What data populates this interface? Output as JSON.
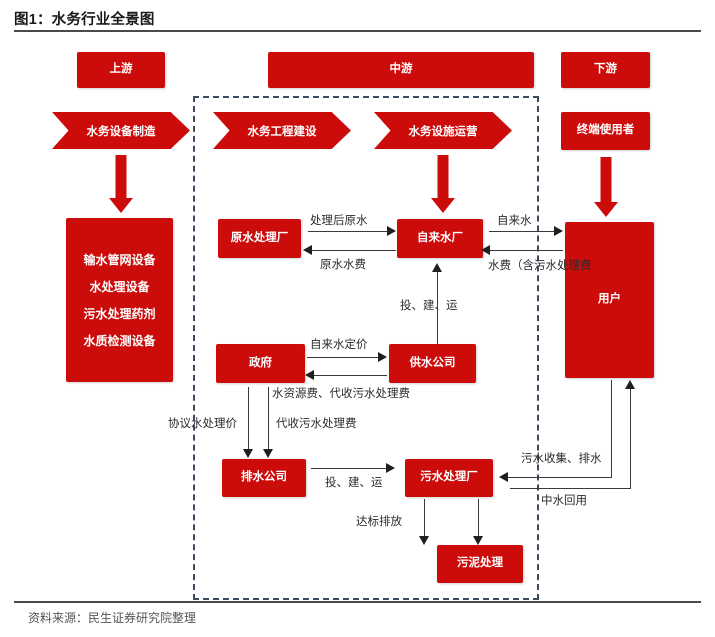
{
  "header": {
    "title": "图1：水务行业全景图"
  },
  "footer": {
    "source": "资料来源：民生证券研究院整理"
  },
  "colors": {
    "brand_red": "#cc0b0b",
    "dashed_border": "#3b4a63",
    "rule": "#4a4a4a",
    "connector": "#3a3a3a"
  },
  "segments": {
    "upstream": "上游",
    "midstream": "中游",
    "downstream": "下游"
  },
  "chevrons": {
    "equipment_manufacturing": "水务设备制造",
    "engineering_construction": "水务工程建设",
    "facility_operation": "水务设施运营"
  },
  "upstream_products": {
    "items": [
      "输水管网设备",
      "水处理设备",
      "污水处理药剂",
      "水质检测设备"
    ]
  },
  "nodes": {
    "raw_water_plant": "原水处理厂",
    "tap_water_plant": "自来水厂",
    "government": "政府",
    "water_supply_company": "供水公司",
    "drainage_company": "排水公司",
    "sewage_treatment_plant": "污水处理厂",
    "sludge_treatment": "污泥处理",
    "end_user_box": "终端使用者",
    "user": "用户"
  },
  "edges": [
    {
      "id": "treated-raw-water",
      "label": "处理后原水"
    },
    {
      "id": "raw-water-fee",
      "label": "原水水费"
    },
    {
      "id": "tap-water",
      "label": "自来水"
    },
    {
      "id": "water-fee-incl-sewage",
      "label": "水费（含污水处理费"
    },
    {
      "id": "invest-build-operate-1",
      "label": "投、建、运"
    },
    {
      "id": "tap-water-pricing",
      "label": "自来水定价"
    },
    {
      "id": "resource-and-agency-fee",
      "label": "水资源费、代收污水处理费"
    },
    {
      "id": "agreed-treatment-price",
      "label": "协议水处理价"
    },
    {
      "id": "agency-sewage-fee",
      "label": "代收污水处理费"
    },
    {
      "id": "invest-build-operate-2",
      "label": "投、建、运"
    },
    {
      "id": "compliant-discharge",
      "label": "达标排放"
    },
    {
      "id": "sewage-collection",
      "label": "污水收集、排水"
    },
    {
      "id": "reclaimed-water-reuse",
      "label": "中水回用"
    }
  ]
}
